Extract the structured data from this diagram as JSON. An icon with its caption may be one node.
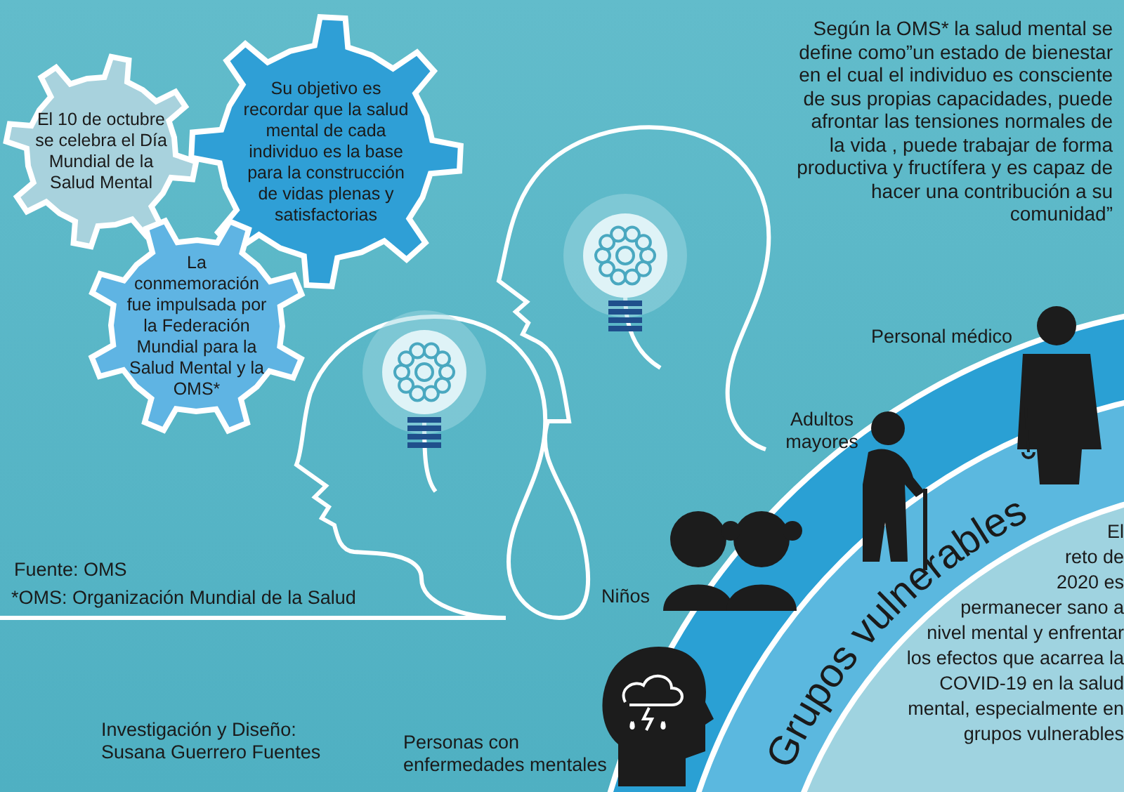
{
  "diagram": {
    "nodes": [
      {
        "text": [
          "El 10 de octubre se celebra el Día Mundial de la Salud Mental"
        ]
      },
      {
        "text": [
          "Su objetivo es recordar que la salud mental de cada individuo es la base para la construcción de vidas plenas y satisfactorias"
        ]
      },
      {
        "text": [
          "La conmemoración fue impulsada por la Federación Mundial para la Salud Mental y la OMS*"
        ]
      },
      {
        "text": [
          "Grupos vulnerables"
        ]
      },
      {
        "in": 3,
        "text": [
          "El reto de 2020 es permanecer sano a nivel mental y enfrentar los efectos que acarrea la COVID-19 en la salud mental, especialmente en grupos vulnerables"
        ]
      }
    ],
    "labels": [
      "Según la OMS* la salud mental se define como”un estado de bienestar en el cual el individuo es consciente de sus propias capacidades, puede afrontar las tensiones normales de la vida , puede trabajar de forma productiva y fructífera y es capaz de hacer una contribución a su comunidad”",
      "Personal médico",
      "Adultos mayores",
      "Fuente: OMS",
      "*OMS: Organización Mundial de la Salud",
      "Niños",
      "Investigación y Diseño: Susana Guerrero Fuentes",
      "Personas con enfermedades mentales"
    ]
  }
}
